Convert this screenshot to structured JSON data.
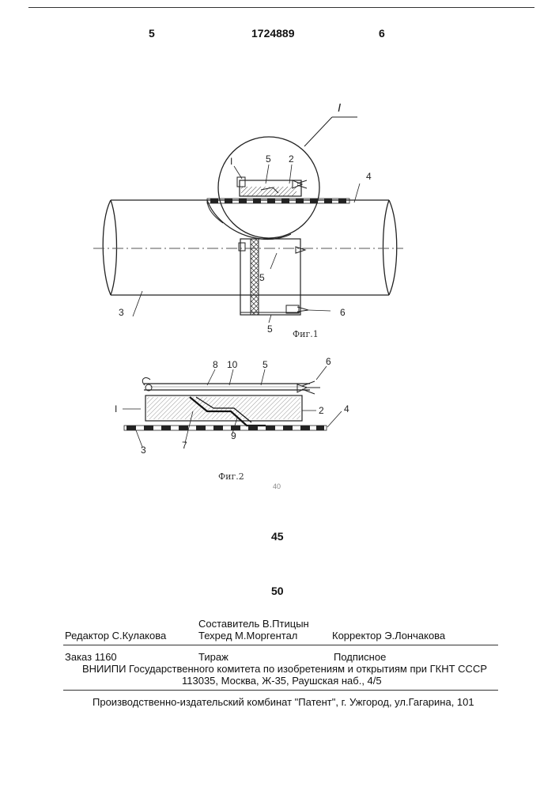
{
  "header": {
    "page_left": "5",
    "patent_number": "1724889",
    "page_right": "6"
  },
  "figure1": {
    "detail_marker": "I",
    "labels": {
      "l1": "I",
      "l5_top": "5",
      "l2": "2",
      "l4": "4",
      "l3": "3",
      "l5_mid": "5",
      "l6": "6",
      "l5_bottom": "5"
    },
    "caption": "Фиг.1"
  },
  "figure2": {
    "labels": {
      "l8": "8",
      "l10": "10",
      "l5": "5",
      "l6": "6",
      "l1": "I",
      "l2": "2",
      "l4": "4",
      "l3": "3",
      "l7": "7",
      "l9": "9"
    },
    "caption": "Фиг.2",
    "stray_mark": "40"
  },
  "line_numbers": {
    "n45": "45",
    "n50": "50"
  },
  "colophon": {
    "compiler": "Составитель В.Птицын",
    "editor": "Редактор С.Кулакова",
    "techred": "Техред М.Моргентал",
    "corrector": "Корректор  Э.Лончакова",
    "order": "Заказ 1160",
    "circulation": "Тираж",
    "subscription": "Подписное",
    "institute": "ВНИИПИ Государственного комитета по изобретениям и открытиям при ГКНТ СССР",
    "address": "113035, Москва, Ж-35, Раушская наб., 4/5",
    "publisher": "Производственно-издательский комбинат \"Патент\", г. Ужгород, ул.Гагарина, 101"
  }
}
